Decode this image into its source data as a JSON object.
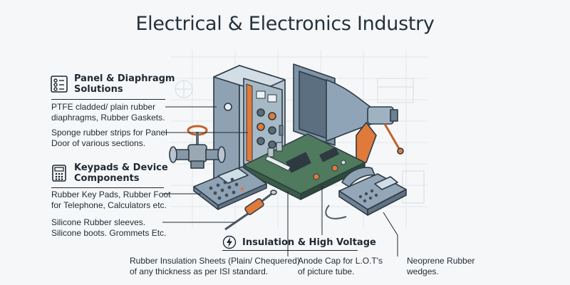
{
  "title": "Electrical & Electronics Industry",
  "sections": {
    "panel": {
      "icon": "control-panel-icon",
      "line1": "Panel & Diaphragm",
      "line2": "Solutions",
      "items": [
        {
          "line1": "PTFE cladded/ plain rubber",
          "line2": "diaphragms, Rubber Gaskets."
        },
        {
          "line1": "Sponge rubber strips for Panel",
          "line2": "Door of various sections."
        }
      ]
    },
    "keypads": {
      "icon": "calculator-icon",
      "line1": "Keypads & Device",
      "line2": "Components",
      "items": [
        {
          "line1": "Rubber Key Pads, Rubber Foot",
          "line2": "for Telephone, Calculators etc."
        },
        {
          "line1": "Silicone Rubber sleeves.",
          "line2": "Silicone boots. Grommets Etc."
        }
      ]
    },
    "insulation": {
      "icon": "lightning-icon",
      "title": "Insulation & High Voltage",
      "items": [
        {
          "line1": "Rubber Insulation Sheets (Plain/ Chequered)",
          "line2": "of any thickness as per ISI standard."
        },
        {
          "line1": "Anode Cap for L.O.T's",
          "line2": "of picture tube."
        },
        {
          "line1": "Neoprene Rubber",
          "line2": "wedges."
        }
      ]
    }
  },
  "illustration": {
    "components": [
      "control-panel",
      "valve",
      "picture-tube",
      "circuit-board",
      "calculator",
      "telephone",
      "silicone-sleeve"
    ]
  },
  "colors": {
    "accent_orange": "#e07a3a",
    "steel_blue": "#7e93a6",
    "board_green": "#4f7a5d",
    "ink": "#1f2a33"
  }
}
